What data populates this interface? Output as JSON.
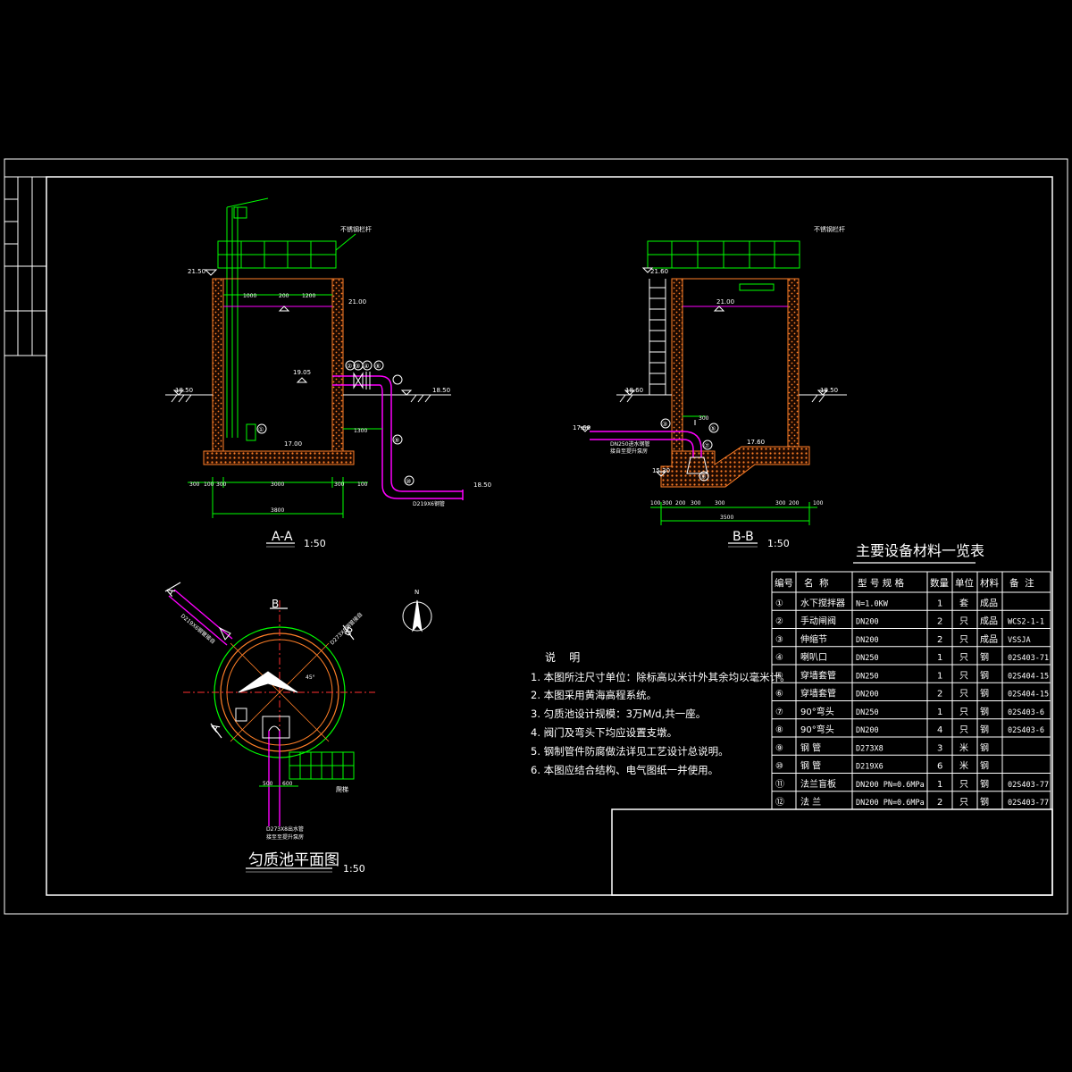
{
  "section_aa": {
    "title": "A-A",
    "scale": "1:50",
    "railing_label": "不锈钢栏杆",
    "elev_top": "21.50",
    "elev_water": "21.00",
    "elev_pipe": "19.05",
    "elev_ground_left": "18.50",
    "elev_ground_right": "18.50",
    "elev_bottom": "17.00",
    "elev_outlet": "18.50",
    "dim_inner_left": "1000",
    "dim_inner_mid": "200",
    "dim_inner_right": "1200",
    "dim_pipe_offset": "1300",
    "dim_total": "3000",
    "dim_overall": "3800",
    "dim_left_a": "300",
    "dim_left_b": "100",
    "dim_left_c": "300",
    "dim_right_a": "300",
    "dim_right_b": "100",
    "pipe_label": "D219X6钢管",
    "callouts": [
      "①",
      "②",
      "③",
      "④",
      "⑥",
      "⑨",
      "⑩"
    ]
  },
  "section_bb": {
    "title": "B-B",
    "scale": "1:50",
    "railing_label": "不锈钢栏杆",
    "elev_top": "21.60",
    "elev_water": "21.00",
    "elev_ground_left": "18.60",
    "elev_ground_right": "18.50",
    "elev_inlet": "17.60",
    "elev_bottom": "17.60",
    "elev_sump": "15.30",
    "dim_elbow": "300",
    "dim_total": "3500",
    "dims_bottom": [
      "100",
      "300",
      "200",
      "300",
      "300",
      "300",
      "200",
      "100"
    ],
    "inlet_label_line1": "DN250进水钢管",
    "inlet_label_line2": "接自至提升泵房",
    "callouts": [
      "③",
      "⑤",
      "⑦",
      "⑨"
    ]
  },
  "plan": {
    "title": "匀质池平面图",
    "scale": "1:50",
    "section_marks": [
      "A",
      "A",
      "B",
      "B"
    ],
    "pipe_label_left": "D219X6钢管接自",
    "pipe_label_right": "D273X8钢管接自",
    "label_ladder": "爬梯",
    "label_outlet_line1": "D273X8出水管",
    "label_outlet_line2": "接至至提升泵房",
    "dim_a": "500",
    "dim_b": "600",
    "angle": "45°",
    "north": "N"
  },
  "notes": {
    "heading": "说    明",
    "items": [
      "1. 本图所注尺寸单位：除标高以米计外其余均以毫米计。",
      "2. 本图采用黄海高程系统。",
      "3. 匀质池设计规模：3万M/d,共一座。",
      "4. 阀门及弯头下均应设置支墩。",
      "5. 钢制管件防腐做法详见工艺设计总说明。",
      "6. 本图应结合结构、电气图纸一并使用。"
    ]
  },
  "table": {
    "title": "主要设备材料一览表",
    "headers": [
      "编号",
      "名  称",
      "型 号 规 格",
      "数量",
      "单位",
      "材料",
      "备  注"
    ],
    "rows": [
      [
        "①",
        "水下搅拌器",
        "N=1.0KW",
        "1",
        "套",
        "成品",
        ""
      ],
      [
        "②",
        "手动闸阀",
        "DN200",
        "2",
        "只",
        "成品",
        "WCS2-1-1"
      ],
      [
        "③",
        "伸缩节",
        "DN200",
        "2",
        "只",
        "成品",
        "VSSJA"
      ],
      [
        "④",
        "喇叭口",
        "DN250",
        "1",
        "只",
        "钢",
        "02S403-71"
      ],
      [
        "⑤",
        "穿墙套管",
        "DN250",
        "1",
        "只",
        "钢",
        "02S404-15"
      ],
      [
        "⑥",
        "穿墙套管",
        "DN200",
        "2",
        "只",
        "钢",
        "02S404-15"
      ],
      [
        "⑦",
        "90°弯头",
        "DN250",
        "1",
        "只",
        "钢",
        "02S403-6"
      ],
      [
        "⑧",
        "90°弯头",
        "DN200",
        "4",
        "只",
        "钢",
        "02S403-6"
      ],
      [
        "⑨",
        "钢  管",
        "D273X8",
        "3",
        "米",
        "钢",
        ""
      ],
      [
        "⑩",
        "钢  管",
        "D219X6",
        "6",
        "米",
        "钢",
        ""
      ],
      [
        "⑪",
        "法兰盲板",
        "DN200  PN=0.6MPa",
        "1",
        "只",
        "钢",
        "02S403-77"
      ],
      [
        "⑫",
        "法  兰",
        "DN200  PN=0.6MPa",
        "2",
        "只",
        "钢",
        "02S403-77"
      ]
    ]
  },
  "colors": {
    "background": "#000000",
    "frame": "#ffffff",
    "wall": "#ff7f27",
    "railing": "#00ff00",
    "pipe": "#ff00ff",
    "dimension": "#00ff00",
    "ladder_circle": "#00ff00",
    "plan_section_line": "#ff3030"
  }
}
